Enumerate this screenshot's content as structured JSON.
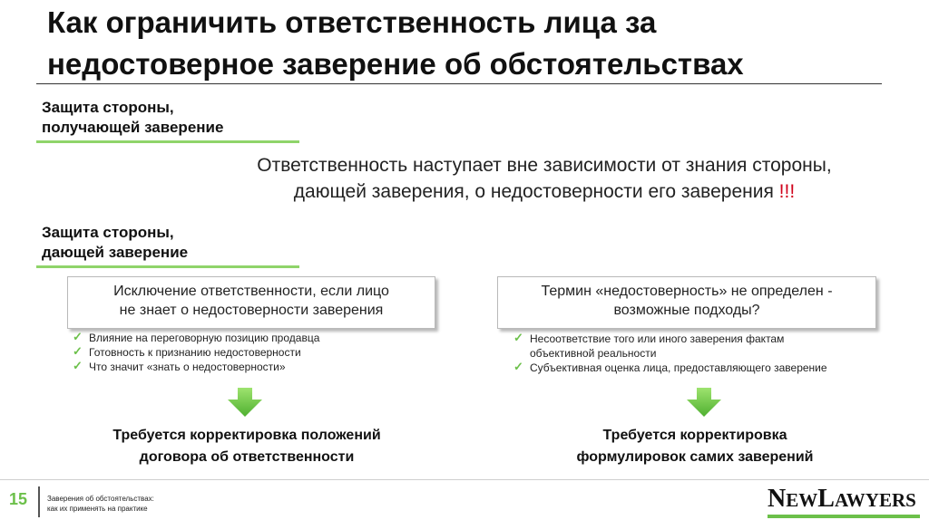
{
  "slide": {
    "title": "Как ограничить ответственность лица за недостоверное заверение об обстоятельствах"
  },
  "section1": {
    "heading_lines": [
      "Защита стороны,",
      "получающей заверение"
    ],
    "statement_lines": [
      "Ответственность наступает вне зависимости от знания стороны,",
      "дающей заверения, о недостоверности его заверения"
    ],
    "statement_exclaim": "!!!"
  },
  "section2": {
    "heading_lines": [
      "Защита стороны,",
      "дающей заверение"
    ]
  },
  "left_column": {
    "box_lines": [
      "Исключение ответственности, если лицо",
      "не знает о недостоверности заверения"
    ],
    "items": [
      "Влияние на переговорную позицию продавца",
      "Готовность к признанию недостоверности",
      "Что значит «знать о недостоверности»"
    ],
    "conclusion_lines": [
      "Требуется корректировка положений",
      "договора об ответственности"
    ]
  },
  "right_column": {
    "box_lines": [
      "Термин «недостоверность» не определен -",
      "возможные подходы?"
    ],
    "items": [
      "Несоответствие того или иного заверения фактам объективной реальности",
      "Субъективная оценка лица, предоставляющего заверение"
    ],
    "conclusion_lines": [
      "Требуется корректировка",
      "формулировок самих заверений"
    ]
  },
  "footer": {
    "page_number": "15",
    "caption_lines": [
      "Заверения об обстоятельствах:",
      "как их применять на практике"
    ],
    "logo_first_big": "N",
    "logo_first_small": "EW",
    "logo_second_big": "L",
    "logo_second_small": "AWYERS"
  },
  "colors": {
    "accent_green": "#6cc04a",
    "highlight_red": "#d0021b"
  },
  "icons": {
    "check": "check-icon",
    "arrow": "arrow-down-icon"
  }
}
